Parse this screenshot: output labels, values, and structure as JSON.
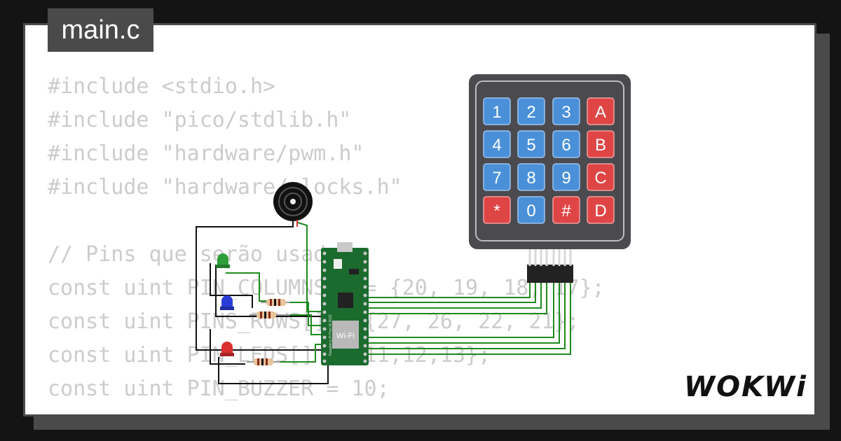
{
  "file_tab": {
    "label": "main.c"
  },
  "code": {
    "lines": [
      "#include <stdio.h>",
      "#include \"pico/stdlib.h\"",
      "#include \"hardware/pwm.h\"",
      "#include \"hardware/clocks.h\"",
      "",
      "// Pins que serão usados",
      "const uint PIN_COLUMNS[] = {20, 19, 18, 17};",
      "const uint PINS_ROWS[] = {27, 26, 22, 21};",
      "const uint PIN_LEDS[] = {11,12,13};",
      "const uint PIN_BUZZER = 10;"
    ]
  },
  "keypad": {
    "keys": [
      [
        "1",
        "2",
        "3",
        "A"
      ],
      [
        "4",
        "5",
        "6",
        "B"
      ],
      [
        "7",
        "8",
        "9",
        "C"
      ],
      [
        "*",
        "0",
        "#",
        "D"
      ]
    ]
  },
  "board": {
    "chip_label": "Wi-Fi",
    "silkscreen": "Raspberry Pi Pico W 2022"
  },
  "logo": {
    "text": "WOKWi"
  },
  "colors": {
    "background": "#141414",
    "card": "#ffffff",
    "frame": "#4a4a4a",
    "code_text": "#cccccc",
    "wire": "#1e8a1e",
    "key_blue": "#4a90d9",
    "key_red": "#e04545",
    "keypad_body": "#4a4a4f",
    "board_green": "#1b6b2e",
    "led_green": "#2e9e3a",
    "led_blue": "#2a3cd6",
    "led_red": "#d93030"
  }
}
